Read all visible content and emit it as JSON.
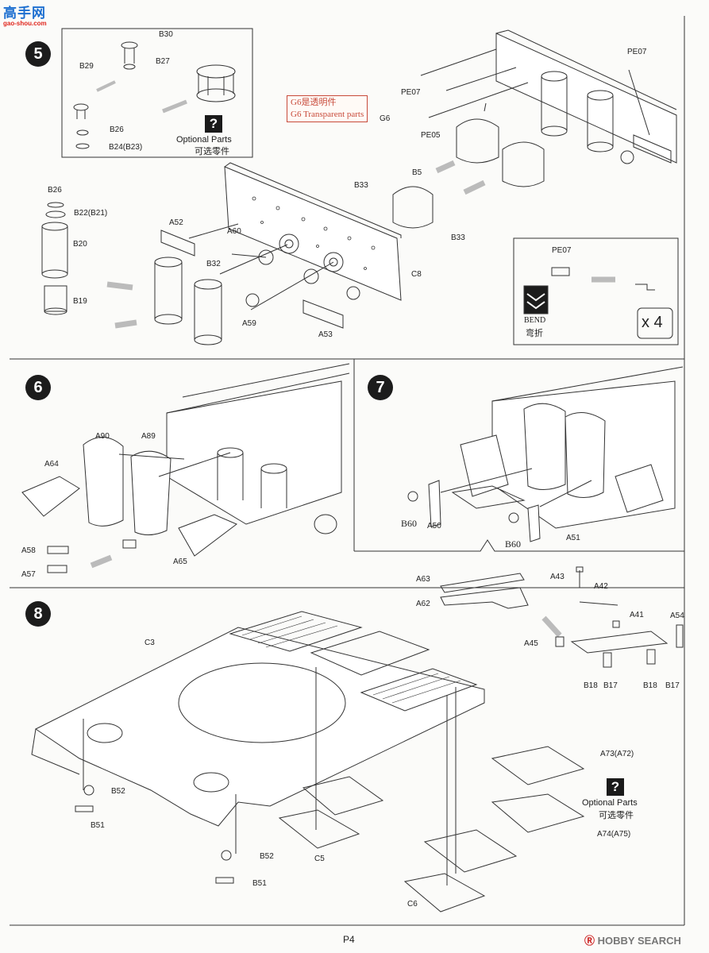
{
  "site": {
    "logo_text": "高手网",
    "logo_url": "gao-shou.com"
  },
  "footer": {
    "page_number": "P4",
    "watermark": "HOBBY SEARCH"
  },
  "step5": {
    "number": "5",
    "inset_labels": [
      "B30",
      "B29",
      "B27",
      "B26",
      "B24(B23)"
    ],
    "optional": {
      "en": "Optional Parts",
      "zh": "可选零件"
    },
    "transparent_note": {
      "zh": "G6是透明件",
      "en": "G6 Transparent parts"
    },
    "labels": [
      "B26",
      "B22(B21)",
      "B20",
      "B19",
      "A52",
      "A60",
      "B32",
      "A59",
      "A53",
      "C8",
      "B33",
      "B5",
      "B33",
      "G6",
      "PE07",
      "PE05",
      "PE07"
    ],
    "bend_box": {
      "part": "PE07",
      "bend_en": "BEND",
      "bend_zh": "弯折",
      "times": "x 4"
    }
  },
  "step6": {
    "number": "6",
    "labels": [
      "A90",
      "A89",
      "A64",
      "A58",
      "A57",
      "A65"
    ]
  },
  "step7": {
    "number": "7",
    "labels": [
      "B60",
      "A50",
      "B60",
      "A51"
    ]
  },
  "step8": {
    "number": "8",
    "labels": [
      "C3",
      "B52",
      "B51",
      "B52",
      "B51",
      "C5",
      "C6"
    ],
    "sub_labels": [
      "A63",
      "A62",
      "A43",
      "A42",
      "A41",
      "A54",
      "A45",
      "B18",
      "B17",
      "B18",
      "B17"
    ],
    "optional": {
      "en": "Optional Parts",
      "zh": "可选零件"
    },
    "alt_labels": [
      "A73(A72)",
      "A74(A75)"
    ]
  }
}
